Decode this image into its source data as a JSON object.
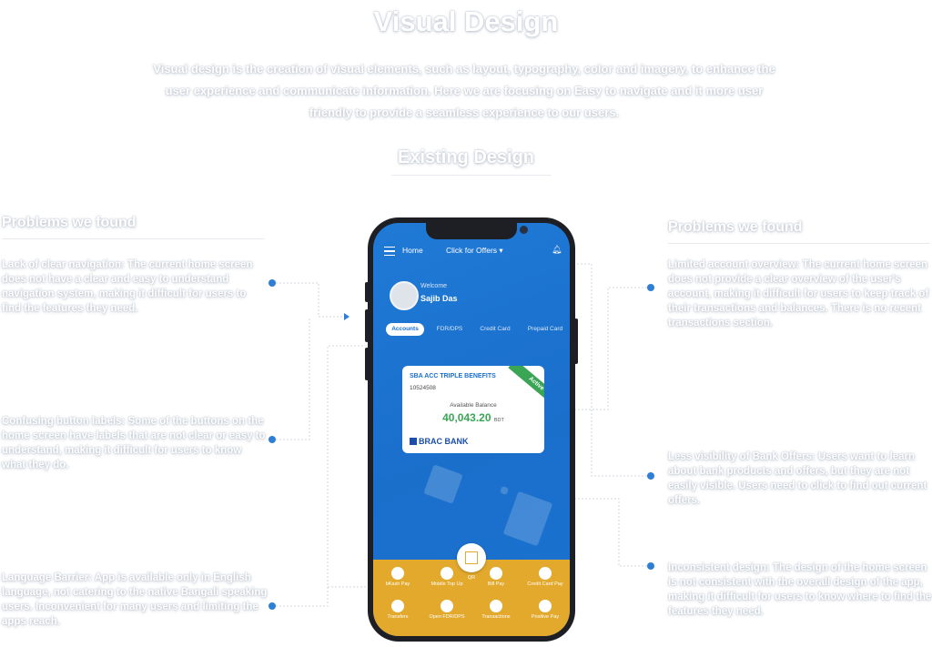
{
  "header": {
    "title": "Visual Design",
    "intro": "Visual design is the creation of visual elements, such as layout, typography, color and imagery, to enhance the user experience and communicate information. Here we are focusing on Easy to navigate and it more user friendly to provide a seamless experience to our users.",
    "subtitle": "Existing Design"
  },
  "left": {
    "heading": "Problems we found",
    "problems": [
      {
        "title": "Lack of clear navigation:",
        "text": "The current home screen does not have a clear and easy to understand navigation system, making it difficult for users to find the features they need."
      },
      {
        "title": "Confusing button labels:",
        "text": "Some of the buttons on the home screen have labels that are not clear or easy to understand, making it difficult for users to know what they do."
      },
      {
        "title": "Language Barrier:",
        "text": "App is available only in English language, not catering to the native Bangali speaking users. Inconvenient for many users and limiting the apps reach."
      }
    ]
  },
  "right": {
    "heading": "Problems we found",
    "problems": [
      {
        "title": "Limited account overview:",
        "text": "The current home screen does not provide a clear overview of the user's account, making it difficult for users to keep track of their transactions and balances. There is no recent transactions section."
      },
      {
        "title": "Less visibility of Bank Offers:",
        "text": "Users want to learn about bank products and offers, but they are not easily visible. Users need to click to find out current offers."
      },
      {
        "title": "Inconsistent design:",
        "text": "The design of the home screen is not consistent with the overall design of the app, making it difficult for users to know where to find the features they need."
      }
    ]
  },
  "phone": {
    "home_label": "Home",
    "offers_label": "Click for Offers ▾",
    "welcome": "Welcome",
    "username": "Sajib Das",
    "tabs": [
      "Accounts",
      "FDR/DPS",
      "Credit Card",
      "Prepaid Card"
    ],
    "card": {
      "name": "SBA ACC TRIPLE BENEFITS",
      "number": "10524508",
      "status": "Active",
      "balance_label": "Available Balance",
      "balance": "40,043.20",
      "currency": "BDT",
      "brand": "BRAC BANK"
    },
    "qr_label": "QR",
    "actions_row1": [
      "bKash Pay",
      "Mobile Top Up",
      "Bill Pay",
      "Credit Card Pay"
    ],
    "actions_row2": [
      "Transfers",
      "Open FDR/DPS",
      "Transactions",
      "Positive Pay"
    ]
  },
  "colors": {
    "phone_blue": "#1a6fcb",
    "action_yellow": "#e2a92c",
    "active_green": "#3aa655",
    "connector_dot": "#2f7fd6"
  }
}
